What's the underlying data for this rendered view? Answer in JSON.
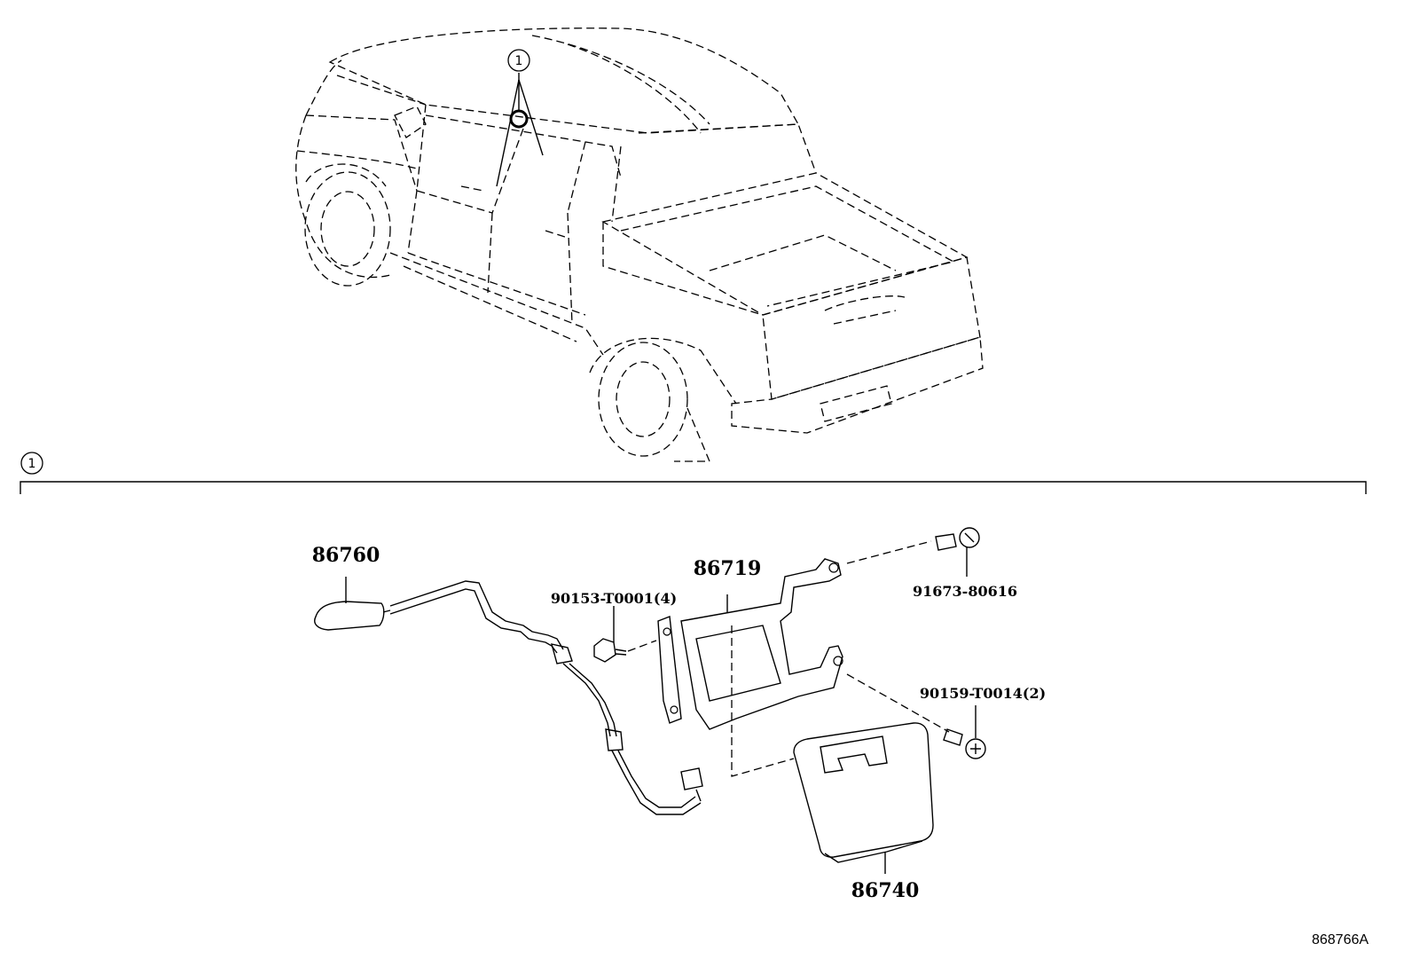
{
  "callout": {
    "number": "1"
  },
  "labels": {
    "antenna": "86760",
    "bracket": "86719",
    "nut": "90153-T0001(4)",
    "bolt_top": "91673-80616",
    "bolt_bottom": "90159-T0014(2)",
    "module": "86740"
  },
  "diagram_id": "868766A"
}
